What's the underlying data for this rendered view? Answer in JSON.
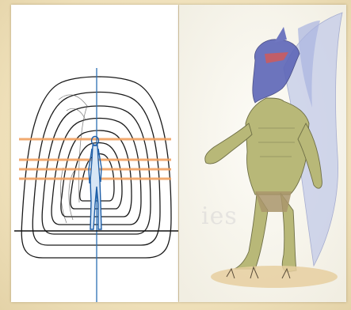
{
  "figure": {
    "left_panel": {
      "icon": "contour-diagram-with-standing-figure",
      "colors": {
        "contour": "#1a1a1a",
        "axis": "#2b6fb3",
        "bands": "#f0a060",
        "figure": "#2b6fb3"
      }
    },
    "right_panel": {
      "icon": "watercolor-creature-illustration",
      "watermark_text": "ies",
      "colors": {
        "skin": "#b8b878",
        "wings": "#b9c4e6",
        "head": "#5d66b8",
        "ground": "#e6cfa0"
      }
    }
  }
}
